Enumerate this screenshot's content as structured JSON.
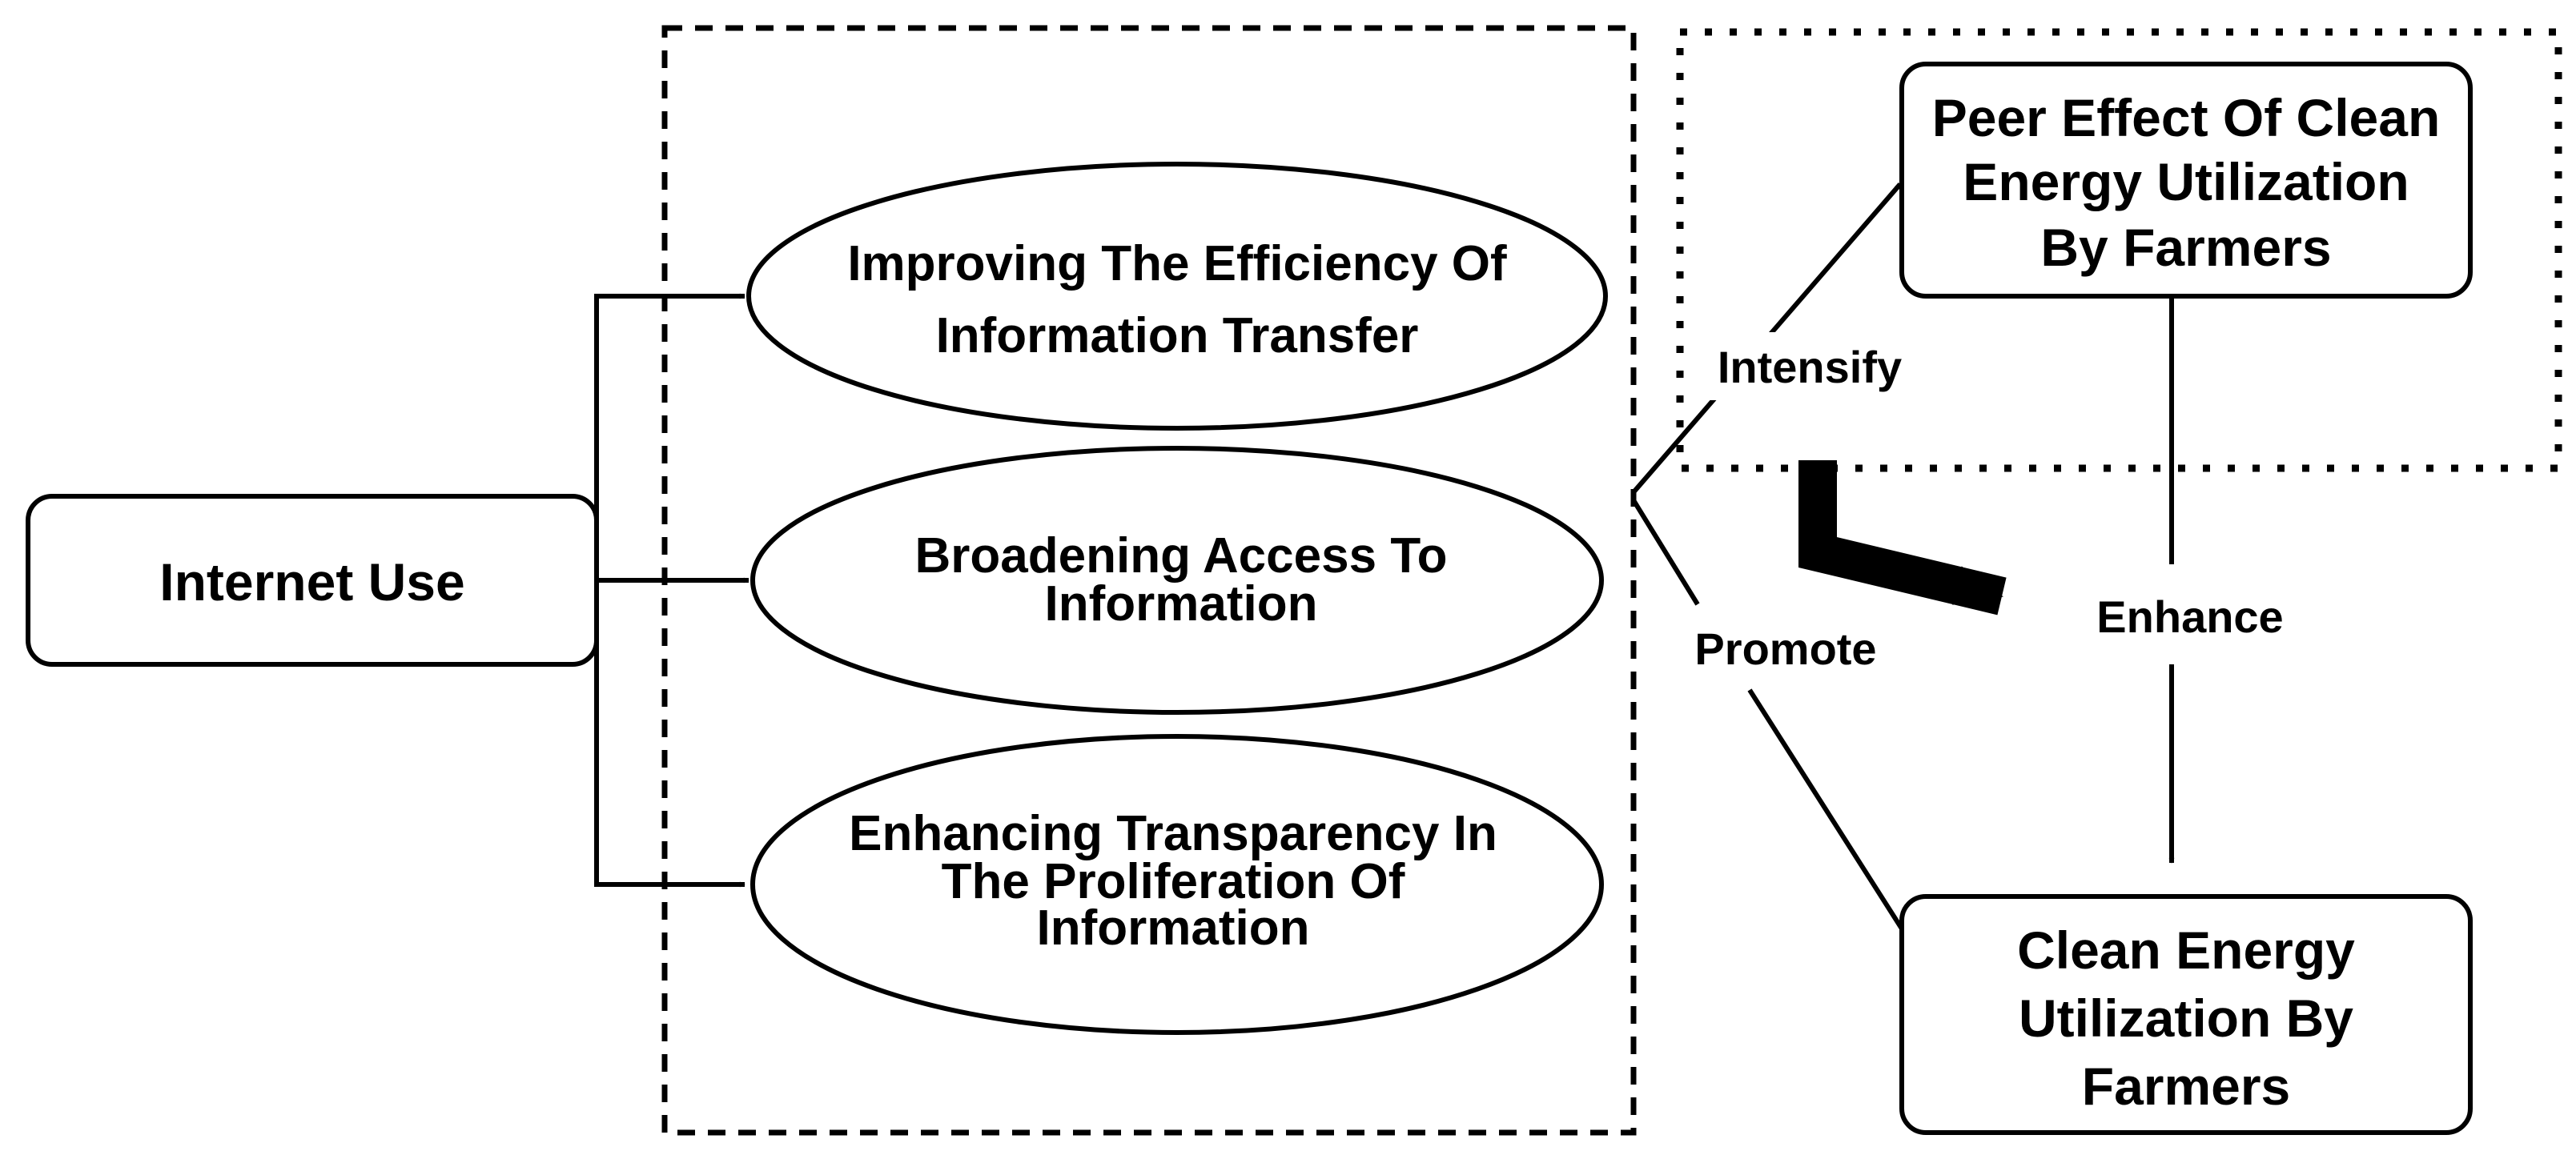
{
  "nodes": {
    "internet_use": "Internet Use",
    "mechanism_1": [
      "Improving The Efficiency Of",
      "Information Transfer"
    ],
    "mechanism_2": [
      "Broadening Access To",
      "Information"
    ],
    "mechanism_3": [
      "Enhancing Transparency In",
      "The Proliferation Of",
      "Information"
    ],
    "peer_effect": [
      "Peer Effect Of Clean",
      "Energy Utilization",
      "By Farmers"
    ],
    "clean_energy": [
      "Clean Energy",
      "Utilization By",
      "Farmers"
    ]
  },
  "edge_labels": {
    "intensify": "Intensify",
    "promote": "Promote",
    "enhance": "Enhance"
  },
  "colors": {
    "stroke": "#000000",
    "background": "#ffffff"
  }
}
